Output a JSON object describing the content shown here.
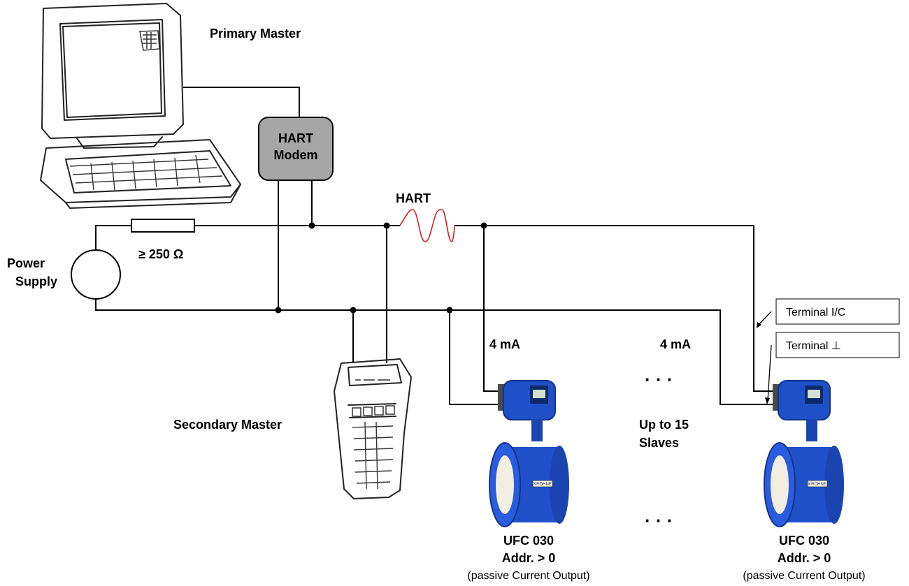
{
  "primary_master": "Primary Master",
  "modem": {
    "line1": "HART",
    "line2": "Modem"
  },
  "hart_signal": "HART",
  "resistor": "≥ 250 Ω",
  "power_supply": {
    "line1": "Power",
    "line2": "Supply"
  },
  "secondary_master": "Secondary Master",
  "current_1": "4 mA",
  "current_2": "4 mA",
  "ellipsis_top": "· · ·",
  "ellipsis_bottom": "· · ·",
  "slaves": {
    "line1": "Up to 15",
    "line2": "Slaves"
  },
  "terminal_ic": "Terminal I/C",
  "terminal_gnd": "Terminal ⊥",
  "device_1": {
    "model": "UFC 030",
    "addr": "Addr. > 0",
    "note": "(passive Current Output)",
    "brand": "KROHNE"
  },
  "device_2": {
    "model": "UFC 030",
    "addr": "Addr. > 0",
    "note": "(passive Current Output)",
    "brand": "KROHNE"
  },
  "colors": {
    "modem_fill": "#a6a6a6",
    "hart_wave": "#d42020",
    "flowmeter_blue": "#1f4fc9",
    "liner": "#f2eee2"
  }
}
